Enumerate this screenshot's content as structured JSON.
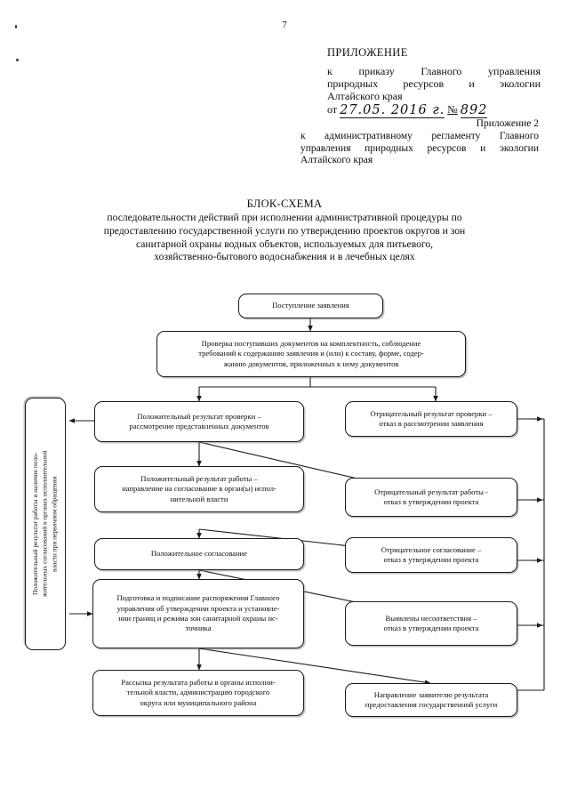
{
  "page": {
    "number": "7"
  },
  "header": {
    "title": "ПРИЛОЖЕНИЕ",
    "line1": "к приказу Главного управления",
    "line2": "природных ресурсов и экологии",
    "line3": "Алтайского края",
    "date_prefix": "от",
    "date_handwritten": "27.05. 2016 г.",
    "number_label": "№",
    "number_handwritten": "892"
  },
  "header2": {
    "label": "Приложение 2",
    "line1": "к административному регламенту Главного",
    "line2": "управления природных ресурсов и экологии",
    "line3": "Алтайского края"
  },
  "title": {
    "main": "БЛОК-СХЕМА",
    "sub": [
      "последовательности действий при исполнении административной процедуры по",
      "предоставлению государственной услуги по утверждению проектов округов и зон",
      "санитарной охраны водных объектов, используемых для питьевого,",
      "хозяйственно-бытового водоснабжения и в лечебных целях"
    ]
  },
  "flowchart": {
    "nodes": [
      {
        "id": "n-start",
        "name": "node-application-received",
        "lines": [
          "Поступление заявления"
        ]
      },
      {
        "id": "n-check",
        "name": "node-document-check",
        "lines": [
          "Проверка поступивших документов на комплектность, соблюдение",
          "требований к содержанию заявления и (или) к составу, форме, содер-",
          "жанию документов, приложенных к нему документов"
        ]
      },
      {
        "id": "n-pos-check",
        "name": "node-positive-check-result",
        "lines": [
          "Положительный результат проверки –",
          "рассмотрение представленных документов"
        ]
      },
      {
        "id": "n-neg-check",
        "name": "node-negative-check-result",
        "lines": [
          "Отрицательный результат проверки –",
          "отказ в рассмотрении заявления"
        ]
      },
      {
        "id": "n-pos-work",
        "name": "node-positive-work-result",
        "lines": [
          "Положительный результат работы –",
          "направление на согласование в орган(ы) испол-",
          "нительной власти"
        ]
      },
      {
        "id": "n-neg-work",
        "name": "node-negative-work-result",
        "lines": [
          "Отрицательный результат работы -",
          "отказ в утверждении проекта"
        ]
      },
      {
        "id": "n-pos-appr",
        "name": "node-positive-approval",
        "lines": [
          "Положительное согласование"
        ]
      },
      {
        "id": "n-neg-appr",
        "name": "node-negative-approval",
        "lines": [
          "Отрицательное согласование –",
          "отказ в утверждении проекта"
        ]
      },
      {
        "id": "n-order",
        "name": "node-order-preparation",
        "lines": [
          "Подготовка и подписание распоряжения Главного",
          "управления об утверждении проекта и установле-",
          "нии границ и режима зон санитарной охраны ис-",
          "точника"
        ]
      },
      {
        "id": "n-discrep",
        "name": "node-discrepancies-found",
        "lines": [
          "Выявлены несоответствия –",
          "отказ в утверждении проекта"
        ]
      },
      {
        "id": "n-dispatch",
        "name": "node-result-dispatch",
        "lines": [
          "Рассылка результата работы в органы исполни-",
          "тельной власти, администрацию городского",
          "округа или муниципального района"
        ]
      },
      {
        "id": "n-notify",
        "name": "node-applicant-notification",
        "lines": [
          "Направление заявителю результата",
          "предоставления государственной услуги"
        ]
      },
      {
        "id": "n-side",
        "name": "node-positive-result-with-approvals",
        "lines": [
          "Положительный результат работы и наличие поло-",
          "жительных согласований в органах исполнительной",
          "власти при первичном обращении"
        ]
      }
    ]
  },
  "colors": {
    "ink": "#0d0d0d",
    "line": "#1b1b1b",
    "shadow": "#787878",
    "paper": "#ffffff"
  }
}
